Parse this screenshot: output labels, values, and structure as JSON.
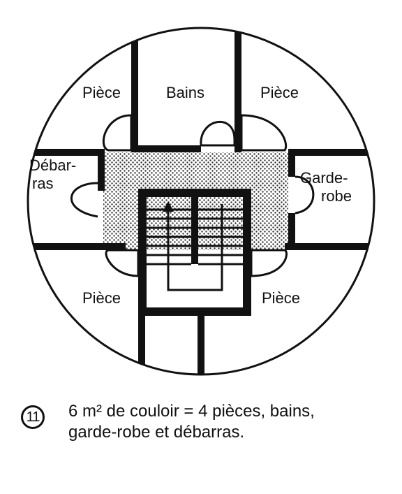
{
  "plan": {
    "rooms": {
      "top_left": "Pièce",
      "top_center": "Bains",
      "top_right": "Pièce",
      "left_line1": "Débar-",
      "left_line2": "ras",
      "right_line1": "Garde-",
      "right_line2": "robe",
      "bottom_left": "Pièce",
      "bottom_right": "Pièce"
    }
  },
  "caption": {
    "number": "11",
    "line1": "6 m² de couloir = 4 pièces, bains,",
    "line2": "garde-robe et débarras."
  }
}
